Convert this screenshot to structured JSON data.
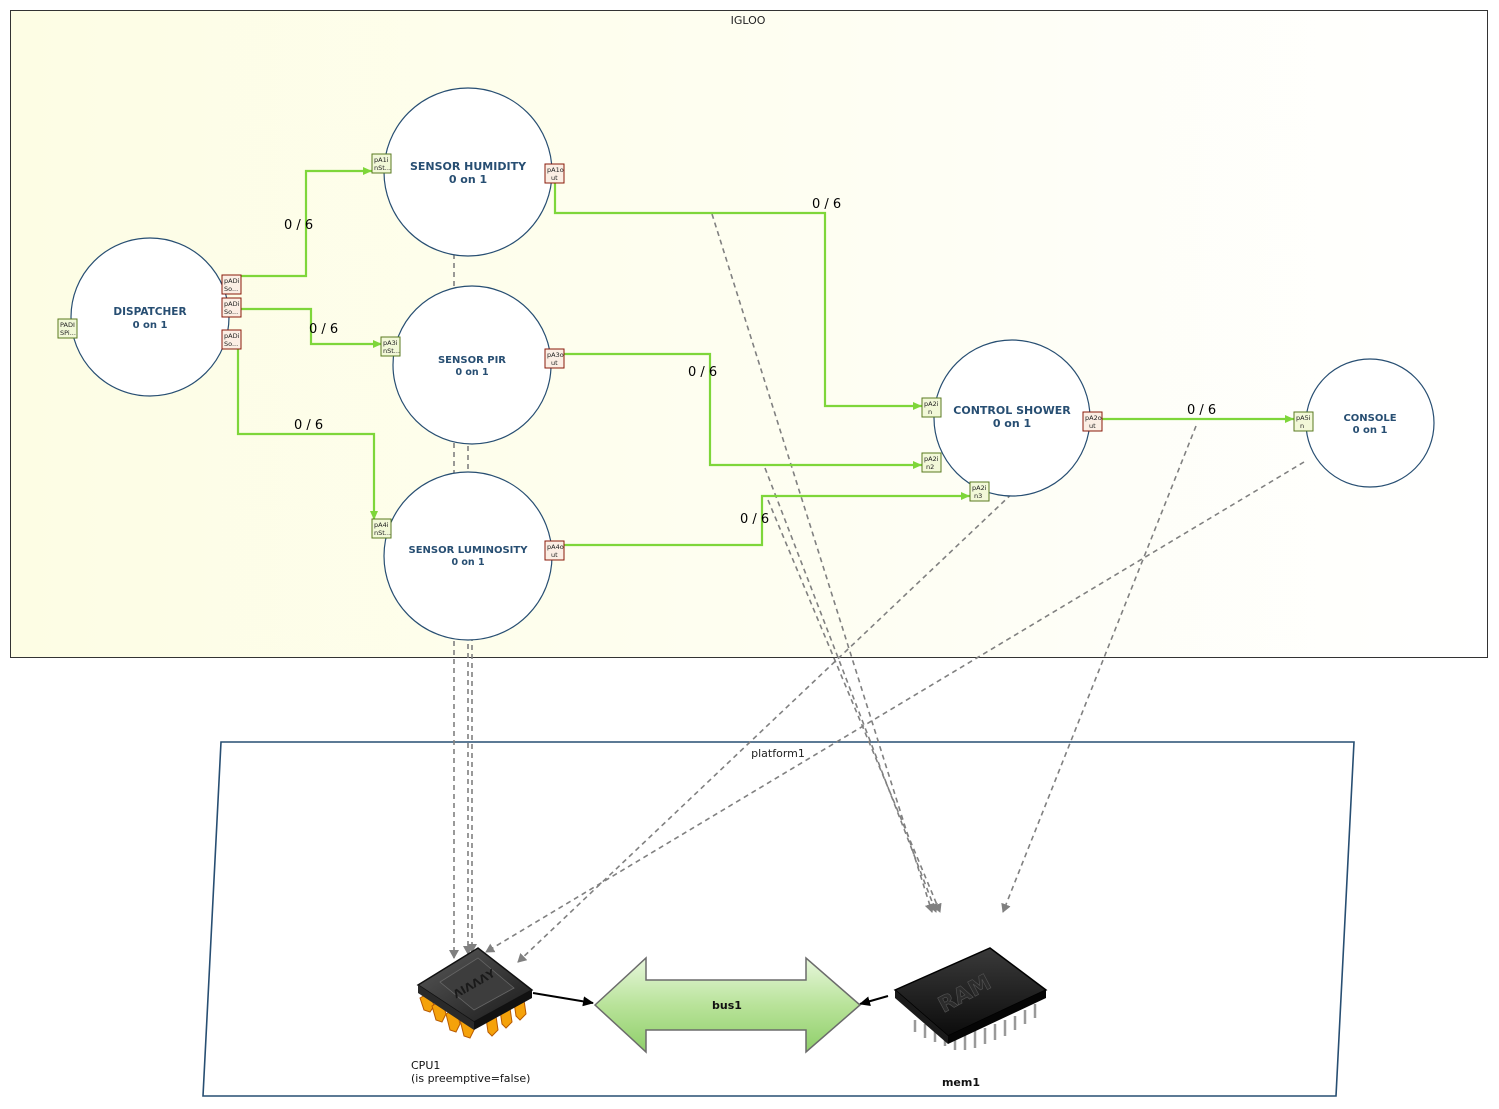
{
  "igloo": {
    "title": "IGLOO"
  },
  "platform": {
    "title": "platform1"
  },
  "tasks": {
    "dispatcher": {
      "name": "DISPATCHER",
      "sub": "0 on 1"
    },
    "humidity": {
      "name": "SENSOR HUMIDITY",
      "sub": "0 on 1"
    },
    "pir": {
      "name": "SENSOR PIR",
      "sub": "0 on 1"
    },
    "luminosity": {
      "name": "SENSOR LUMINOSITY",
      "sub": "0 on 1"
    },
    "shower": {
      "name": "CONTROL SHOWER",
      "sub": "0 on 1"
    },
    "console": {
      "name": "CONSOLE",
      "sub": "0 on 1"
    }
  },
  "ports": {
    "dispatcher_in": [
      "PADI",
      "SPi..."
    ],
    "dispatcher_out1": [
      "pADi",
      "So..."
    ],
    "dispatcher_out2": [
      "pADi",
      "So..."
    ],
    "dispatcher_out3": [
      "pADi",
      "So..."
    ],
    "humidity_in": [
      "pA1i",
      "nSt..."
    ],
    "humidity_out": [
      "pA1o",
      "ut"
    ],
    "pir_in": [
      "pA3i",
      "nSt..."
    ],
    "pir_out": [
      "pA3o",
      "ut"
    ],
    "luminosity_in": [
      "pA4i",
      "nSt..."
    ],
    "luminosity_out": [
      "pA4o",
      "ut"
    ],
    "shower_in": [
      "pA2i",
      "n"
    ],
    "shower_in2": [
      "pA2i",
      "n2"
    ],
    "shower_in3": [
      "pA2i",
      "n3"
    ],
    "shower_out": [
      "pA2o",
      "ut"
    ],
    "console_in": [
      "pA5i",
      "n"
    ]
  },
  "channels": {
    "disp_hum": "0 / 6",
    "disp_pir": "0 / 6",
    "disp_lum": "0 / 6",
    "hum_shower": "0 / 6",
    "pir_shower": "0 / 6",
    "lum_shower": "0 / 6",
    "shower_console": "0 / 6"
  },
  "hardware": {
    "cpu": {
      "name": "CPU1",
      "detail": "(is preemptive=false)",
      "chip_text": "ΛΙΛΛΛΥ"
    },
    "bus": {
      "name": "bus1"
    },
    "mem": {
      "name": "mem1",
      "chip_text": "RAM"
    }
  },
  "colors": {
    "igloo_bg_start": "#fdfde6",
    "task_stroke": "#274e72",
    "task_text": "#274e72",
    "channel": "#7ed63a",
    "mapping": "#808080",
    "port_in_bg": "#f2f8d8",
    "port_in_border": "#5a7a20",
    "port_out_bg": "#fbeee4",
    "port_out_border": "#8a1a0a"
  }
}
